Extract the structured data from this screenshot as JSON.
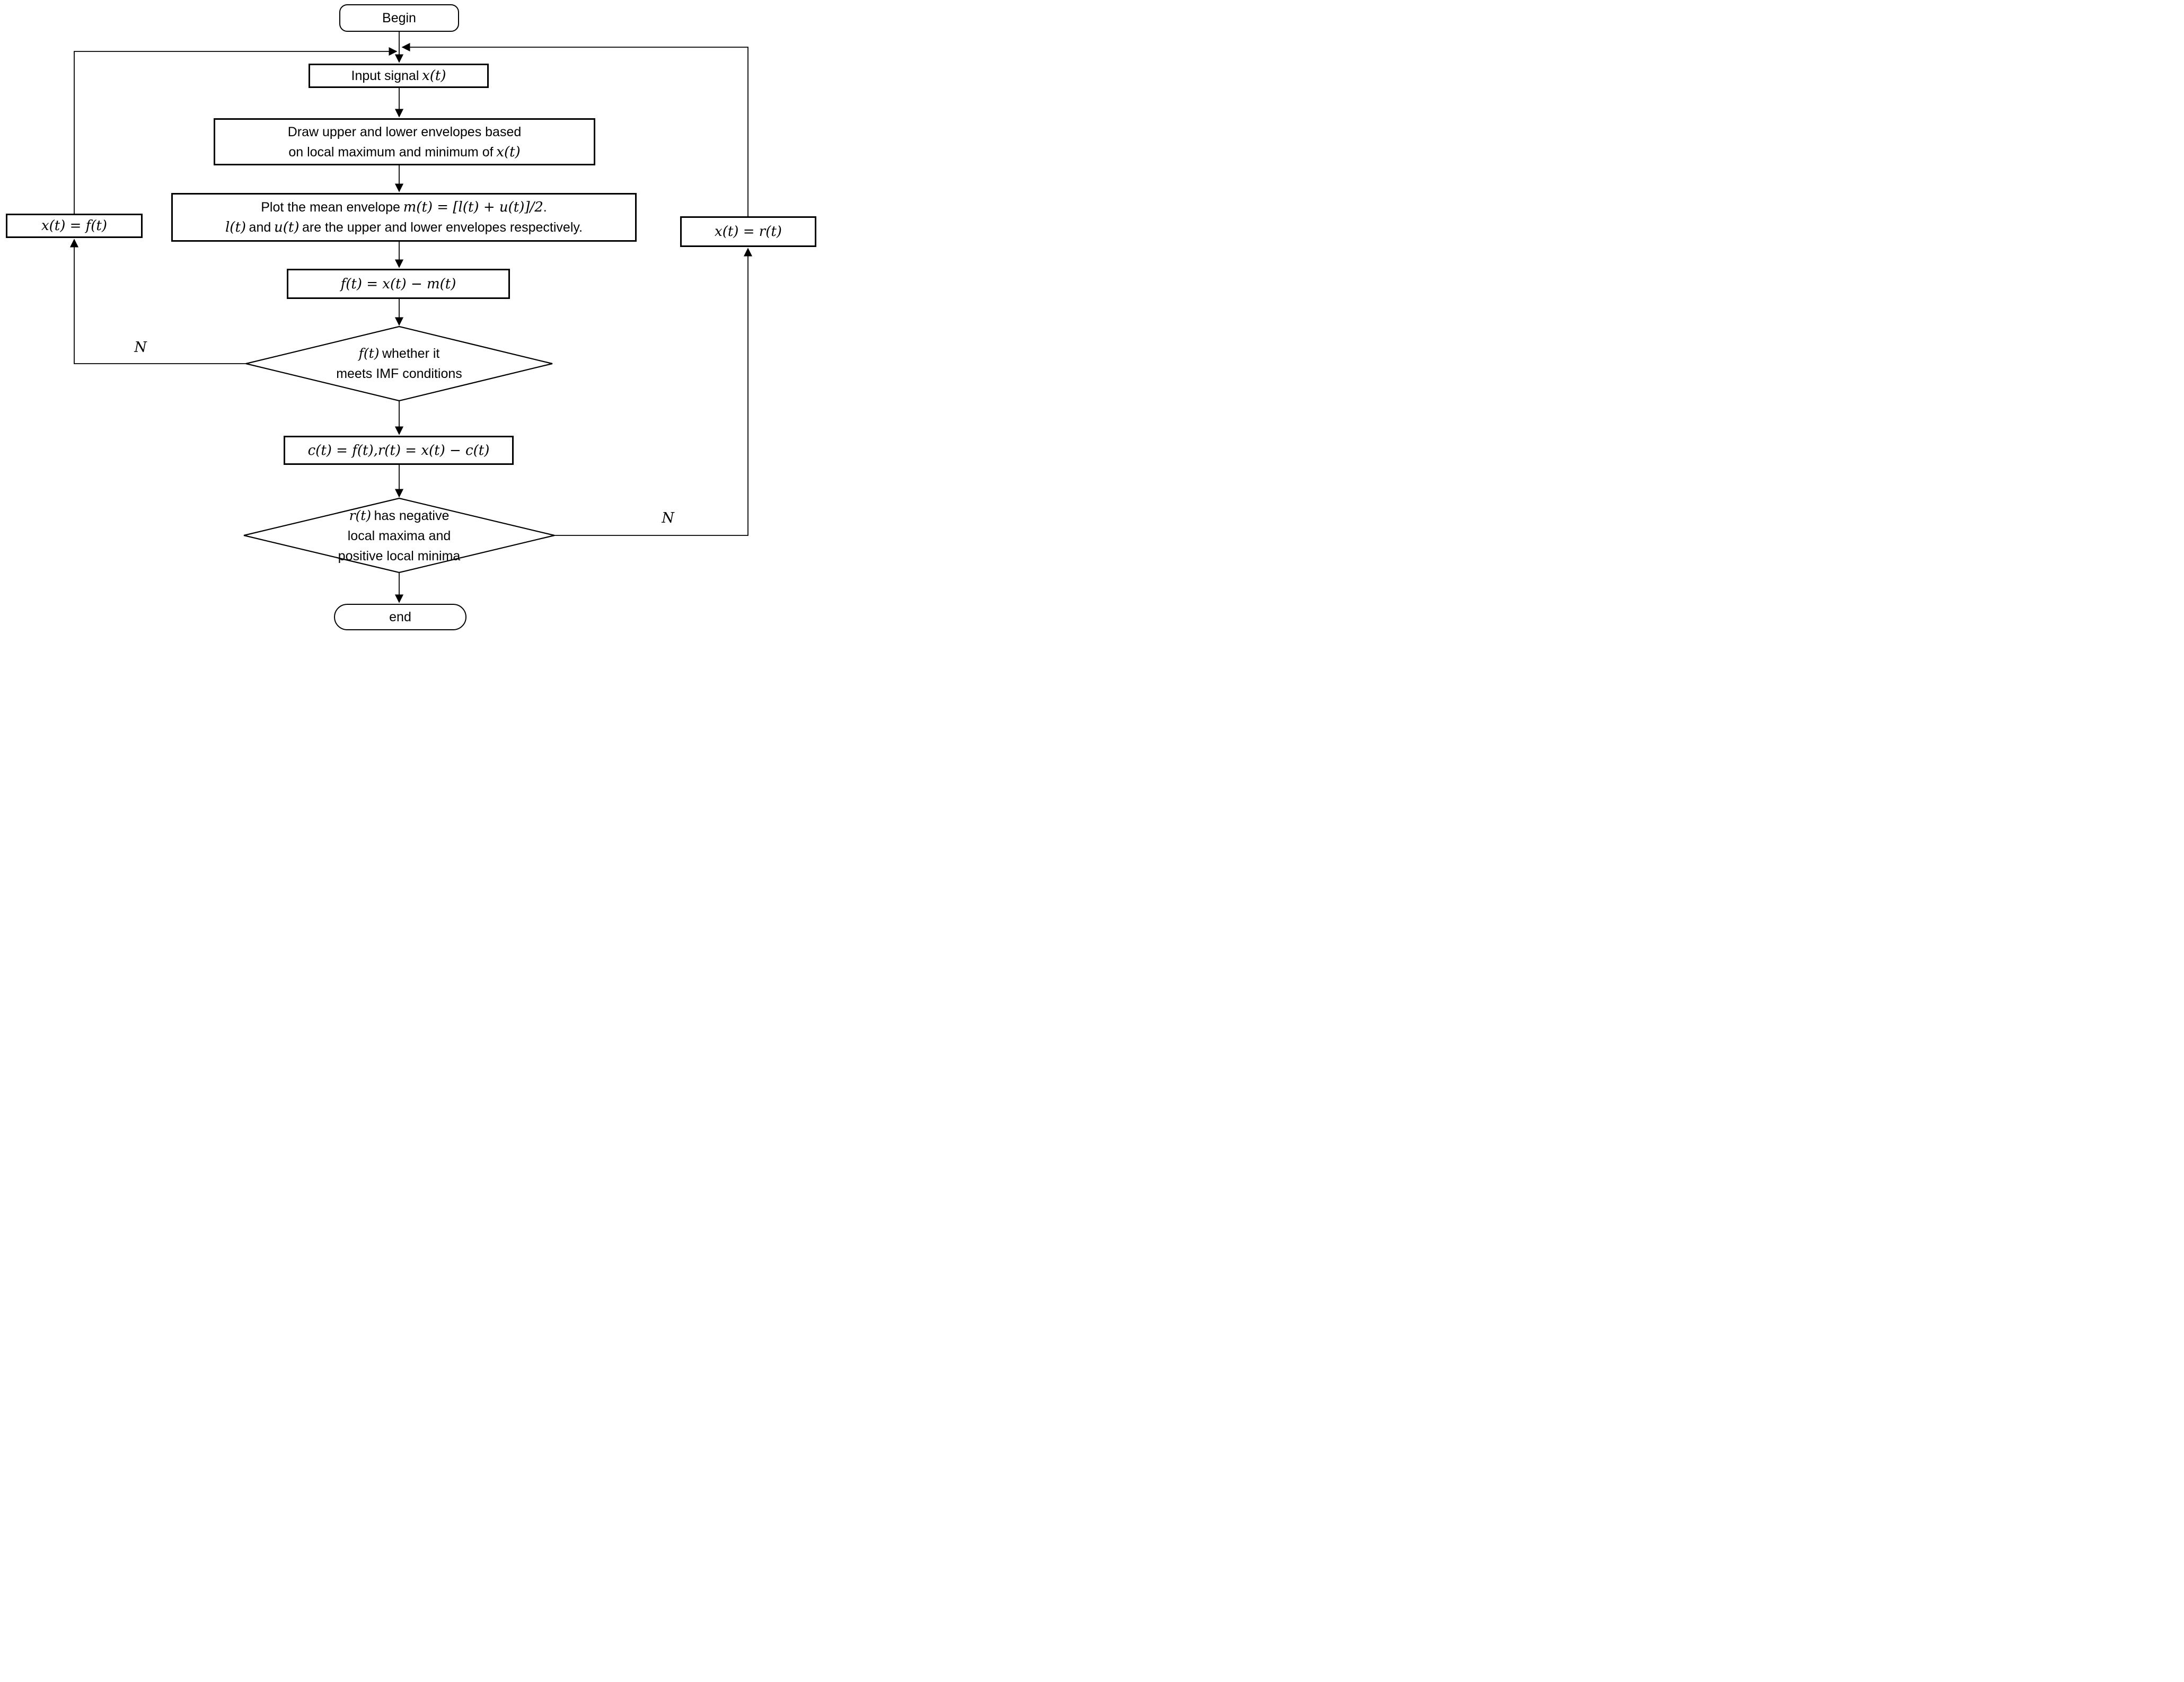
{
  "colors": {
    "line": "#000000",
    "background": "#ffffff",
    "text": "#000000"
  },
  "nodes": {
    "begin": {
      "label": "Begin"
    },
    "input": {
      "text": "Input signal",
      "math": "x(t)"
    },
    "envelope": {
      "line1": "Draw upper and lower envelopes based",
      "line2_text": "on local maximum and minimum of",
      "line2_math": "x(t)"
    },
    "mean": {
      "line1_text": "Plot the mean envelope",
      "line1_math": "m(t) = [l(t) + u(t)]/2",
      "line1_end": ".",
      "line2_math1": "l(t)",
      "line2_mid": "and",
      "line2_math2": "u(t)",
      "line2_text": "are the upper and lower envelopes respectively."
    },
    "subtract": {
      "math": "f(t) = x(t) − m(t)"
    },
    "imf_check": {
      "line1_math": "f(t)",
      "line1_text": "whether it",
      "line2": "meets IMF conditions"
    },
    "extract": {
      "math": "c(t) = f(t),r(t) = x(t) − c(t)"
    },
    "residue_check": {
      "line1_math": "r(t)",
      "line1_text": "has negative",
      "line2": "local maxima and",
      "line3": "positive local minima"
    },
    "assign_f": {
      "math": "x(t) = f(t)"
    },
    "assign_r": {
      "math": "x(t) = r(t)"
    },
    "end": {
      "label": "end"
    }
  },
  "edge_labels": {
    "no_left": "N",
    "no_right": "N"
  }
}
